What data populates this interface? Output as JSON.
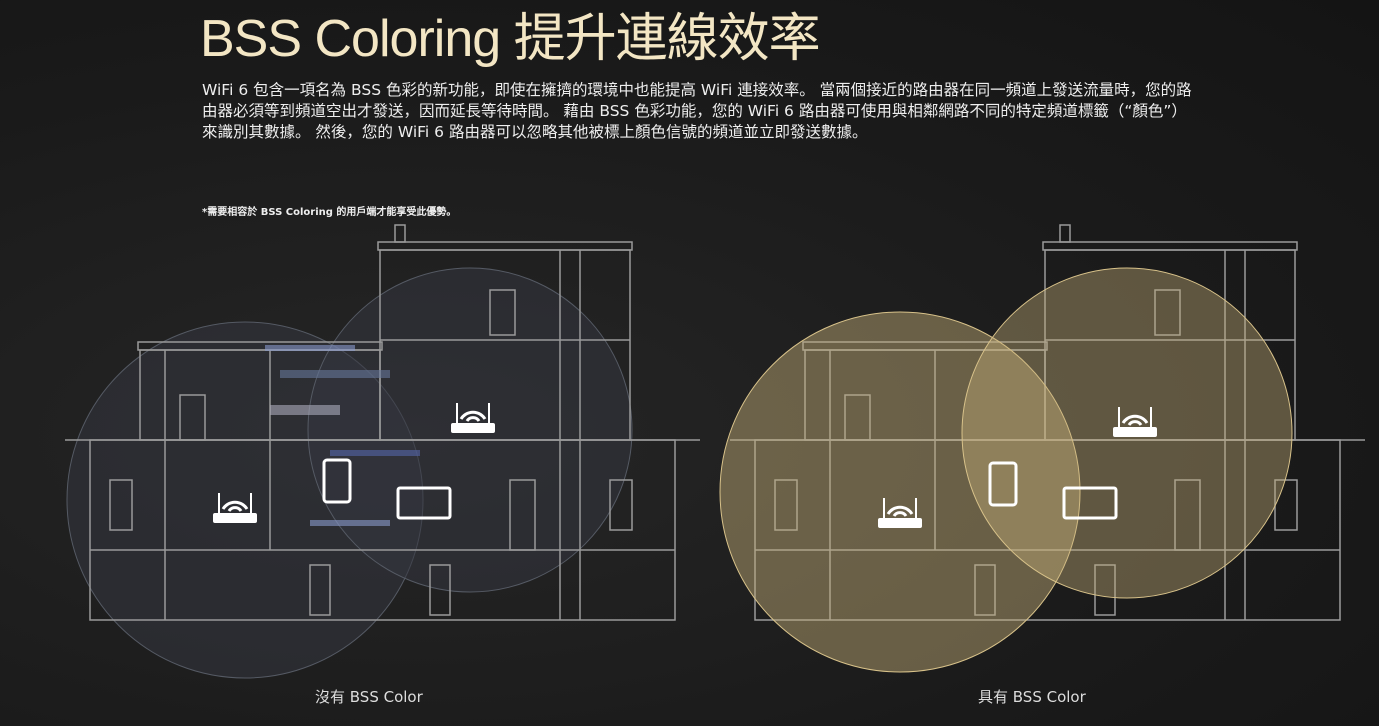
{
  "header": {
    "title": "BSS Coloring 提升連線效率"
  },
  "description": "WiFi 6 包含一項名為 BSS 色彩的新功能，即使在擁擠的環境中也能提高 WiFi 連接效率。 當兩個接近的路由器在同一頻道上發送流量時，您的路由器必須等到頻道空出才發送，因而延長等待時間。 藉由 BSS 色彩功能，您的 WiFi 6 路由器可使用與相鄰網路不同的特定頻道標籤（“顏色”）來識別其數據。 然後，您的 WiFi 6 路由器可以忽略其他被標上顏色信號的頻道並立即發送數據。",
  "footnote": "*需要相容於 BSS Coloring 的用戶端才能享受此優勢。",
  "diagrams": [
    {
      "caption": "沒有 BSS Color"
    },
    {
      "caption": "具有 BSS Color"
    }
  ],
  "colors": {
    "title": "#f3e6c4",
    "bss_circle": "#c8b27a",
    "plain_circle": "#3a3d45"
  }
}
